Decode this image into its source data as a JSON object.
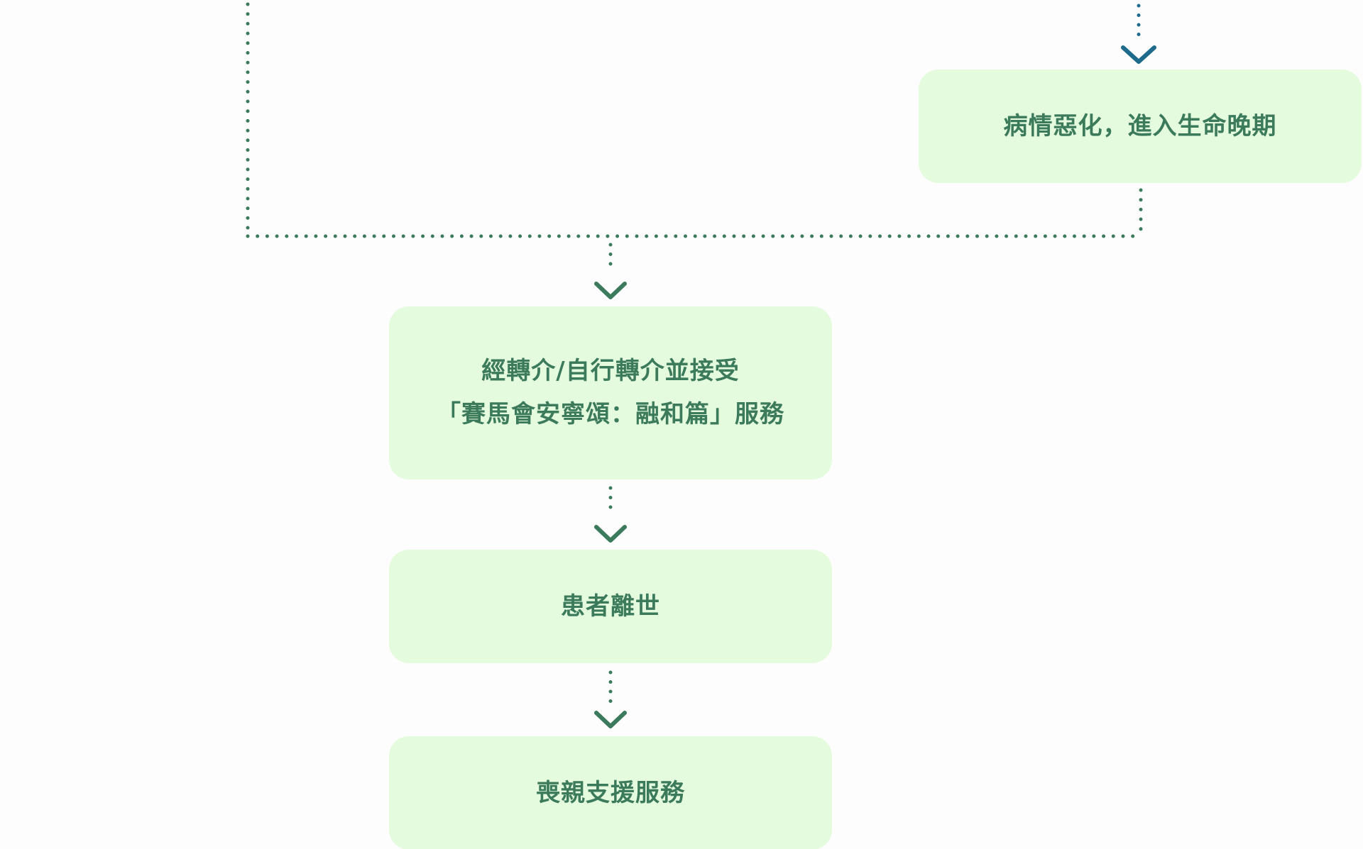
{
  "colors": {
    "box_fill": "#e4fbdd",
    "text": "#3c7a5c",
    "connector": "#3c7a5c",
    "top_arrow": "#1f6b8c",
    "background": "#fdfdfd"
  },
  "nodes": {
    "late_stage": "病情惡化，進入生命晚期",
    "referral": {
      "line1": "經轉介/自行轉介並接受",
      "line2": "「賽馬會安寧頌：融和篇」服務"
    },
    "death": "患者離世",
    "bereavement": "喪親支援服務"
  },
  "icons": {
    "arrow": "chevron-down-icon",
    "connector": "dotted-line"
  }
}
